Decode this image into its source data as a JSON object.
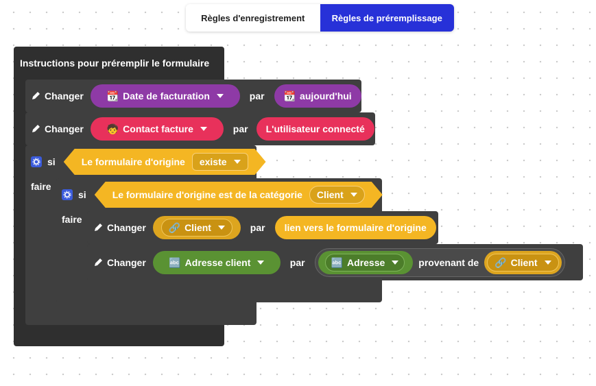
{
  "tabs": [
    {
      "label": "Règles d'enregistrement",
      "active": false
    },
    {
      "label": "Règles de préremplissage",
      "active": true
    }
  ],
  "root": {
    "title": "Instructions pour préremplir le formulaire"
  },
  "change1": {
    "verb": "Changer",
    "field_icon": "calendar-icon",
    "field": "Date de facturation",
    "connector": "par",
    "value_icon": "calendar-icon",
    "value": "aujourd'hui"
  },
  "change2": {
    "verb": "Changer",
    "field_icon": "person-icon",
    "field": "Contact facture",
    "connector": "par",
    "value": "L'utilisateur connecté"
  },
  "if1": {
    "si": "si",
    "faire": "faire",
    "condition": "Le formulaire d'origine",
    "dropdown": "existe"
  },
  "if2": {
    "si": "si",
    "faire": "faire",
    "condition": "Le formulaire d'origine est de la catégorie",
    "dropdown": "Client"
  },
  "change3": {
    "verb": "Changer",
    "field_icon": "link-icon",
    "field": "Client",
    "connector": "par",
    "value": "lien vers le formulaire d'origine"
  },
  "change4": {
    "verb": "Changer",
    "field_icon": "abc-icon",
    "field": "Adresse client",
    "connector": "par",
    "value_icon": "abc-icon",
    "value": "Adresse",
    "from": "provenant de",
    "source_icon": "link-icon",
    "source": "Client"
  },
  "colors": {
    "tab_active": "#2731d8",
    "block_dark": "#3f3f3f",
    "date_purple": "#8e3aa6",
    "contact_pink": "#e8315b",
    "logic_yellow": "#f4b623",
    "link_yellow": "#dda51f",
    "text_green": "#5a9233"
  }
}
